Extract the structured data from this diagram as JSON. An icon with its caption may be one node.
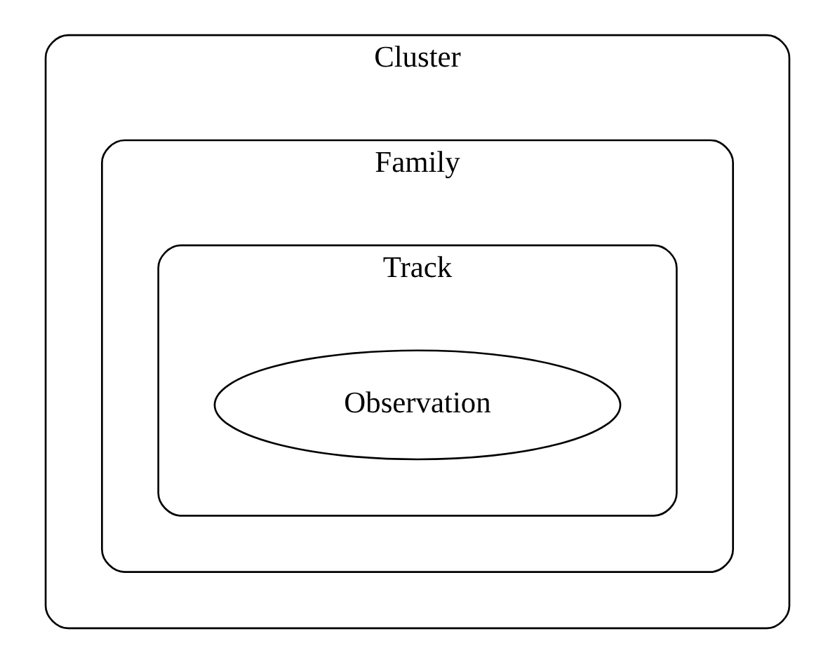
{
  "diagram": {
    "nodes": [
      {
        "text": [
          "Cluster"
        ]
      },
      {
        "text": [
          "Family"
        ],
        "in": 0
      },
      {
        "text": [
          "Track"
        ],
        "in": 1
      },
      {
        "text": [
          "Observation"
        ],
        "in": 2
      }
    ],
    "edges": []
  }
}
